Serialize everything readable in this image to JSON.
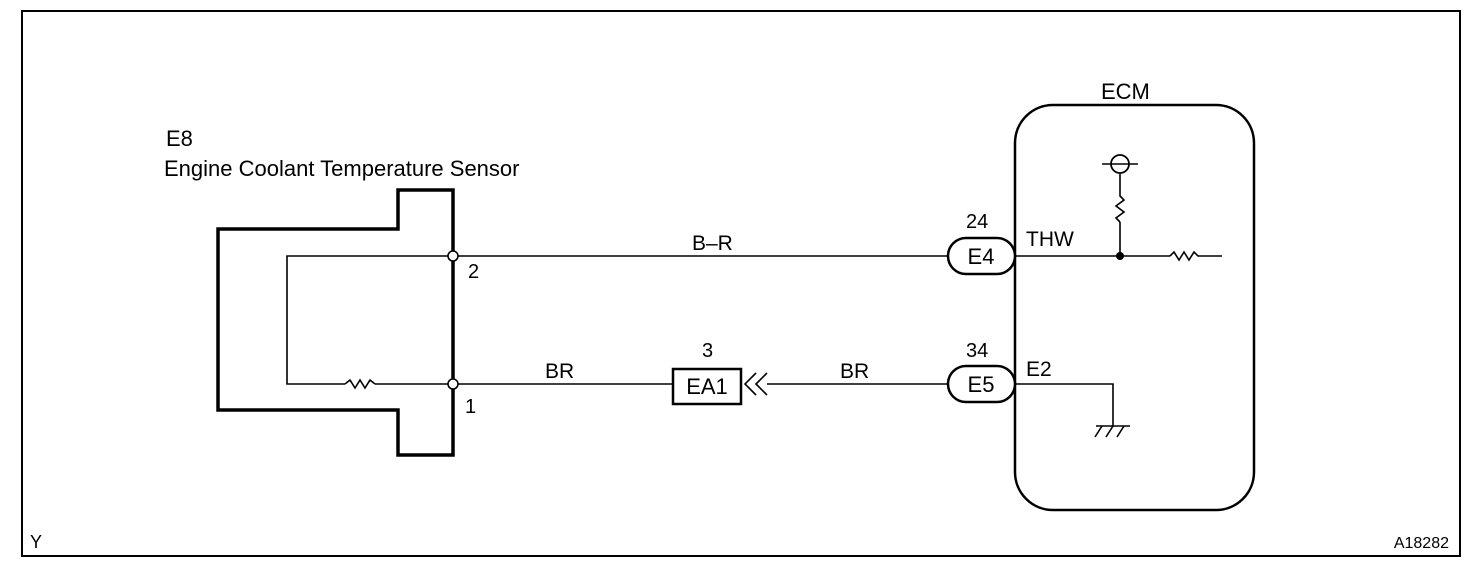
{
  "sensor": {
    "code": "E8",
    "name": "Engine Coolant Temperature Sensor",
    "pin_top": "2",
    "pin_bottom": "1"
  },
  "ecm": {
    "title": "ECM",
    "thw_label": "THW",
    "e2_label": "E2"
  },
  "wires": {
    "top_color": "B–R",
    "bottom_left_color": "BR",
    "bottom_right_color": "BR"
  },
  "connectors": {
    "ea1": {
      "label": "EA1",
      "pin": "3"
    },
    "e4": {
      "label": "E4",
      "pin": "24"
    },
    "e5": {
      "label": "E5",
      "pin": "34"
    }
  },
  "corner_left": "Y",
  "figure_id": "A18282"
}
